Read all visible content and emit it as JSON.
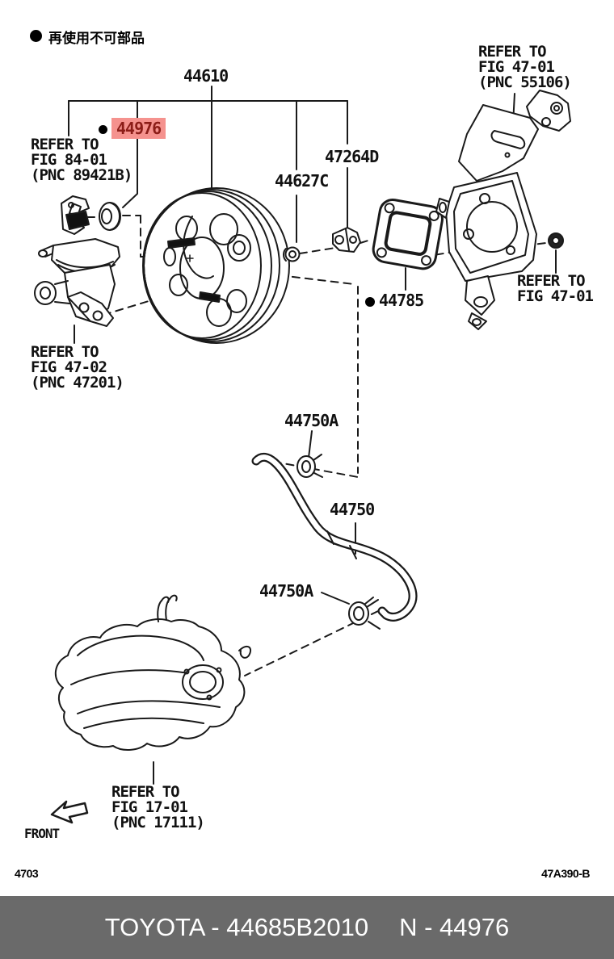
{
  "colors": {
    "highlight_bg": "#f5928e",
    "highlight_text": "#8c1d18",
    "footer_bar_bg": "#6a6a6a",
    "line_color": "#1a1a1a"
  },
  "header": {
    "bullet": "non-reusable-part-dot",
    "note": "再使用不可部品"
  },
  "parts": {
    "p44610": "44610",
    "p44976": "44976",
    "p47264D": "47264D",
    "p44627C": "44627C",
    "p44785": "44785",
    "p44750A_top": "44750A",
    "p44750": "44750",
    "p44750A_bottom": "44750A"
  },
  "refs": {
    "fig8401": {
      "l1": "REFER TO",
      "l2": "FIG 84-01",
      "l3": "(PNC 89421B)"
    },
    "fig4701top": {
      "l1": "REFER TO",
      "l2": "FIG 47-01",
      "l3": "(PNC 55106)"
    },
    "fig4701right": {
      "l1": "REFER TO",
      "l2": "FIG 47-01"
    },
    "fig4702": {
      "l1": "REFER TO",
      "l2": "FIG 47-02",
      "l3": "(PNC 47201)"
    },
    "fig1701": {
      "l1": "REFER TO",
      "l2": "FIG 17-01",
      "l3": "(PNC 17111)"
    }
  },
  "front_label": "FRONT",
  "footer": {
    "page_code": "4703",
    "fig_code": "47A390-B",
    "brand": "TOYOTA - 44685B2010",
    "part_no": "N - 44976"
  }
}
